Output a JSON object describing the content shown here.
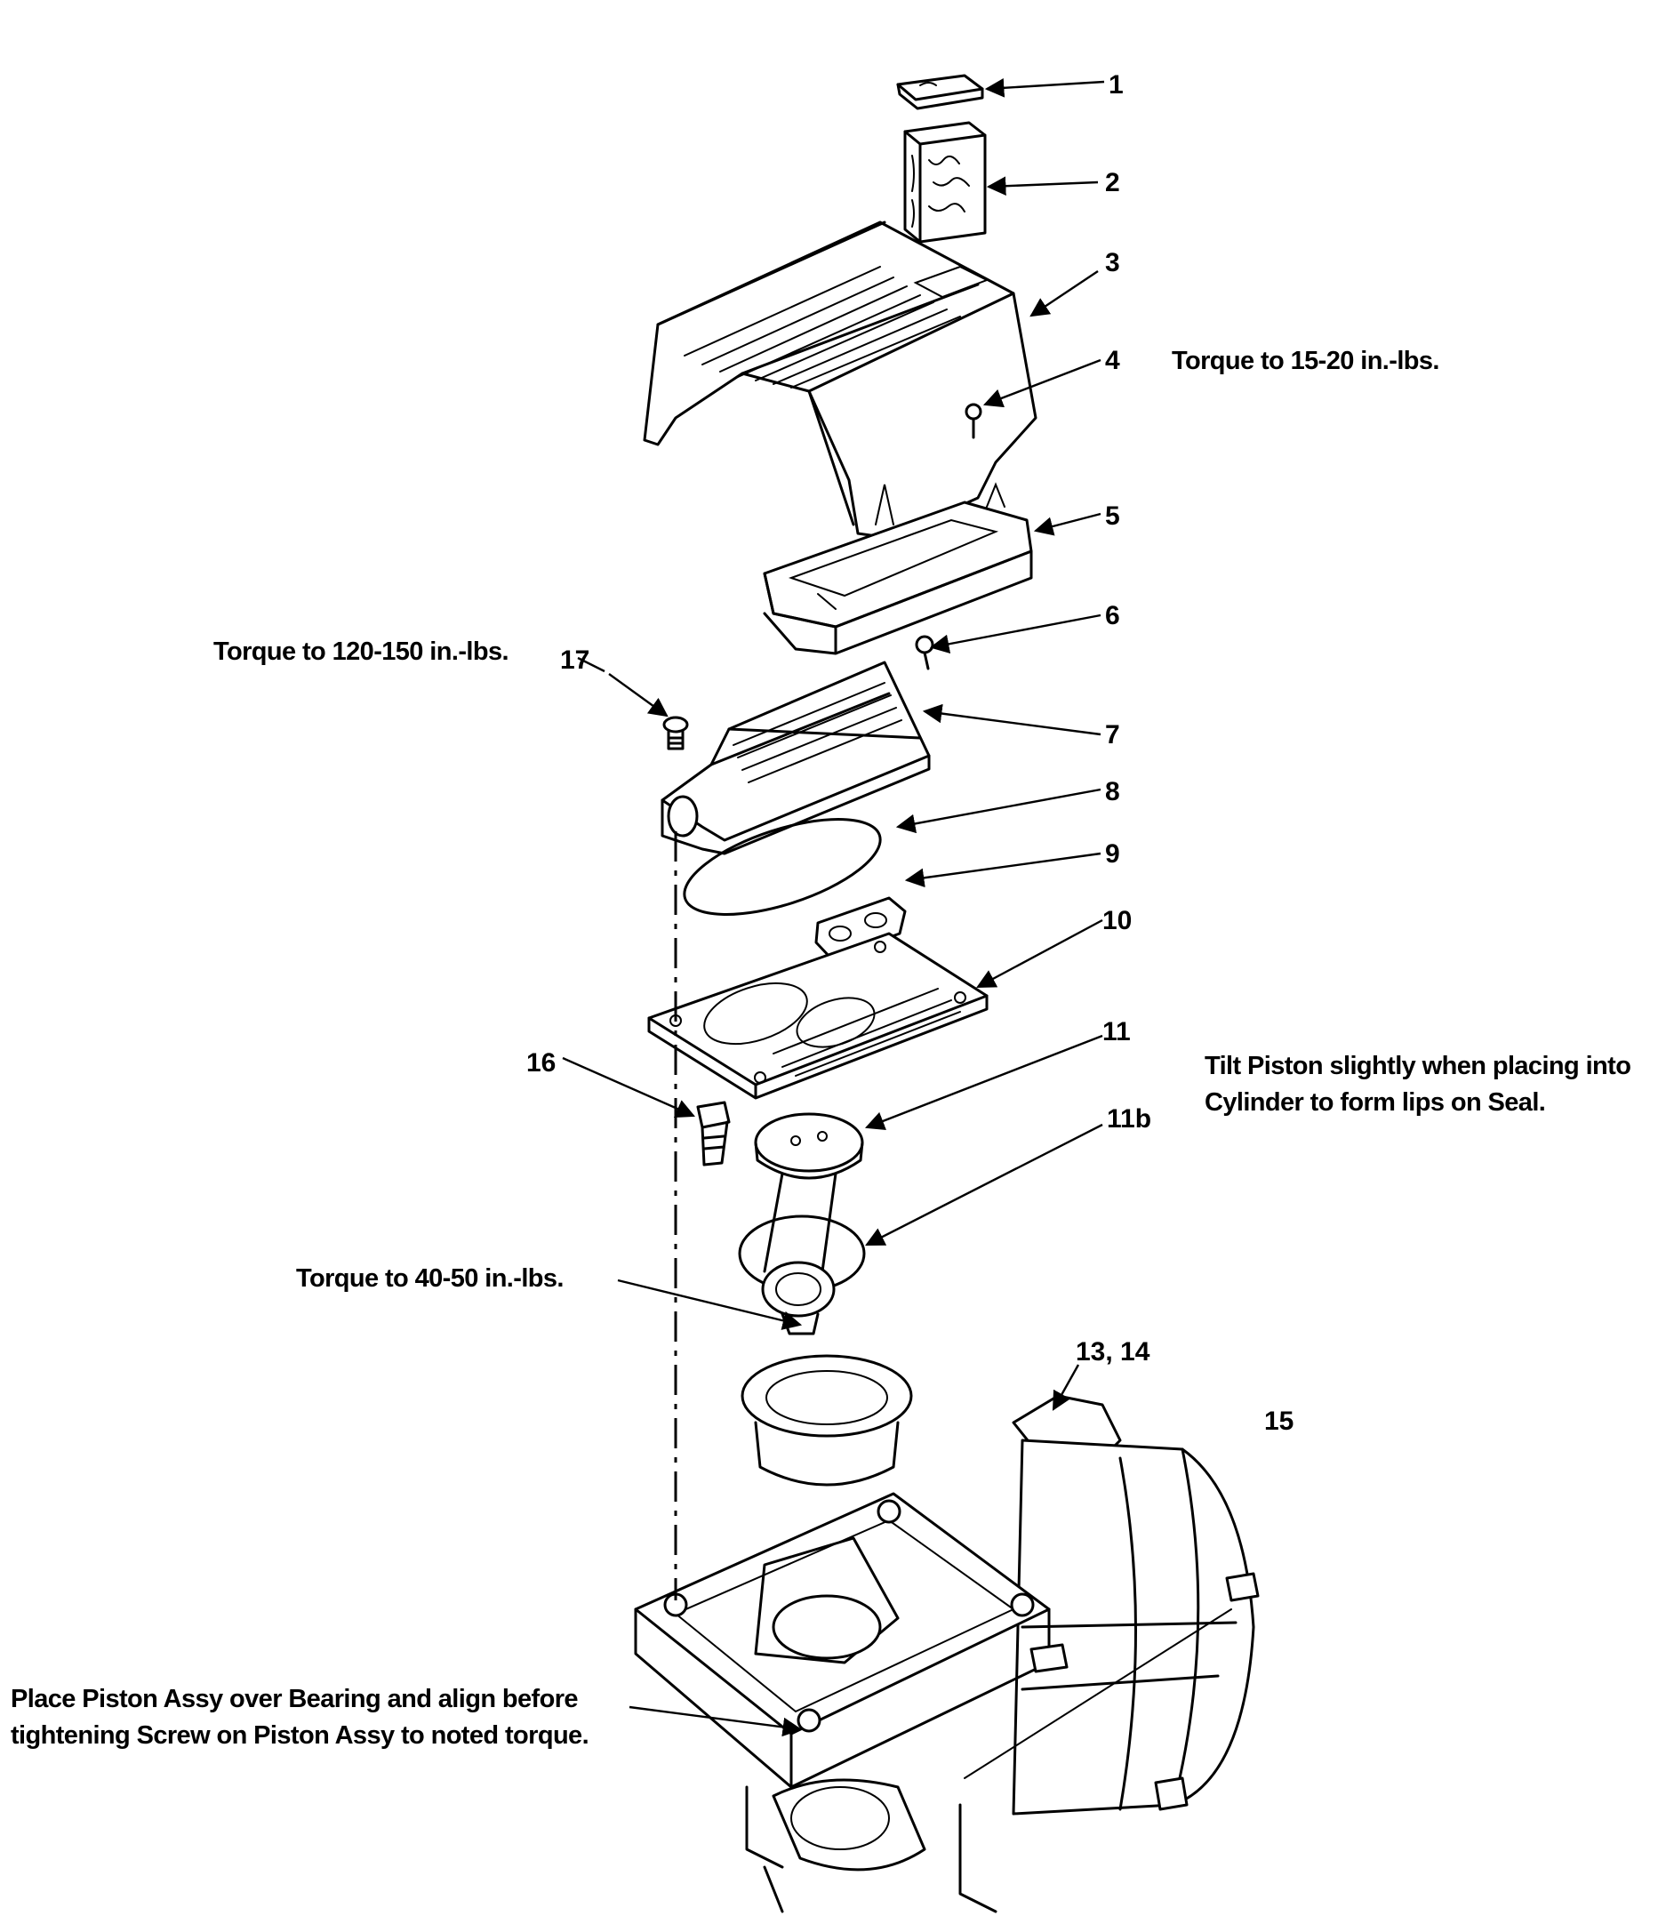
{
  "callouts": {
    "c1": "1",
    "c2": "2",
    "c3": "3",
    "c4": "4",
    "c5": "5",
    "c6": "6",
    "c7": "7",
    "c8": "8",
    "c9": "9",
    "c10": "10",
    "c11": "11",
    "c11b": "11b",
    "c13_14": "13, 14",
    "c15": "15",
    "c16": "16",
    "c17": "17"
  },
  "notes": {
    "torque_4": "Torque to 15-20 in.-lbs.",
    "torque_17": "Torque to 120-150 in.-lbs.",
    "torque_rod": "Torque to 40-50 in.-lbs.",
    "tilt_piston_line1": "Tilt Piston slightly when placing into",
    "tilt_piston_line2": "Cylinder to form lips on Seal.",
    "place_piston_line1": "Place Piston Assy over Bearing and align before",
    "place_piston_line2": "tightening Screw on Piston Assy to noted torque."
  }
}
